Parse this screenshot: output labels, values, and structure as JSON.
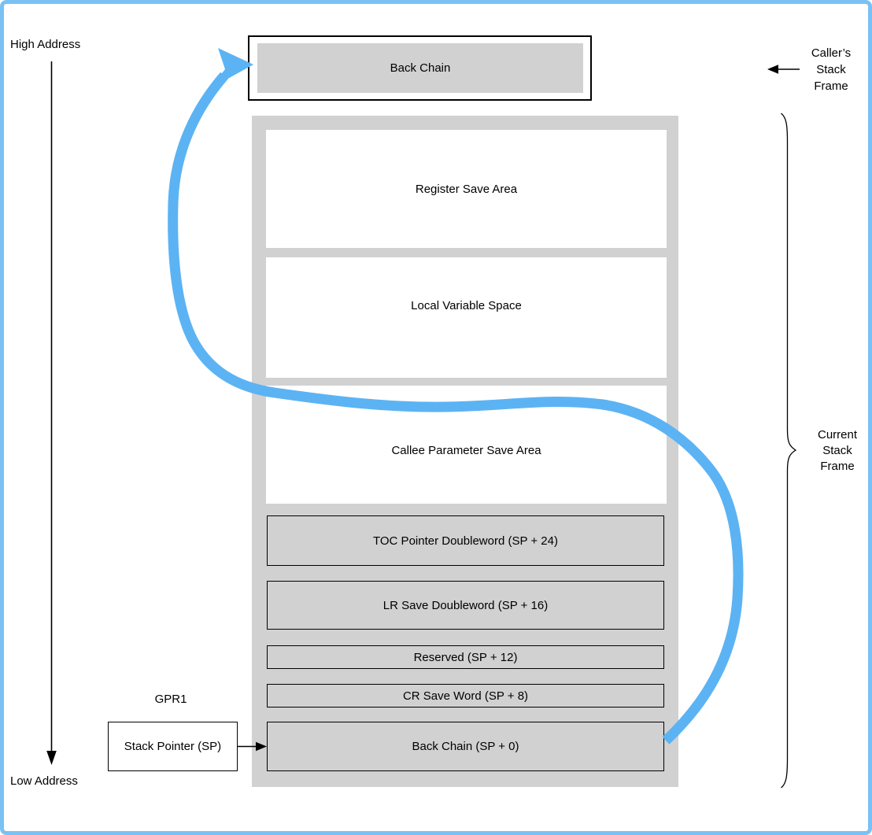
{
  "diagram": {
    "address_labels": {
      "high": "High Address",
      "low": "Low Address"
    },
    "caller_frame": {
      "box_label": "Back Chain",
      "side_label_lines": [
        "Caller’s",
        "Stack",
        "Frame"
      ]
    },
    "current_frame": {
      "side_label_lines": [
        "Current",
        "Stack",
        "Frame"
      ],
      "areas": [
        {
          "label": "Register Save Area"
        },
        {
          "label": "Local Variable Space"
        },
        {
          "label": "Callee Parameter Save Area"
        },
        {
          "label": "TOC Pointer Doubleword (SP + 24)"
        },
        {
          "label": "LR Save Doubleword (SP + 16)"
        },
        {
          "label": "Reserved (SP + 12)"
        },
        {
          "label": "CR Save Word (SP + 8)"
        },
        {
          "label": "Back Chain (SP + 0)"
        }
      ]
    },
    "stack_pointer": {
      "register_label": "GPR1",
      "box_label": "Stack Pointer (SP)"
    },
    "colors": {
      "frame_gray": "#d1d1d1",
      "pointer_arrow_blue": "#5cb3f3",
      "page_border_blue": "#7ac1f5",
      "line_black": "#000000"
    }
  }
}
